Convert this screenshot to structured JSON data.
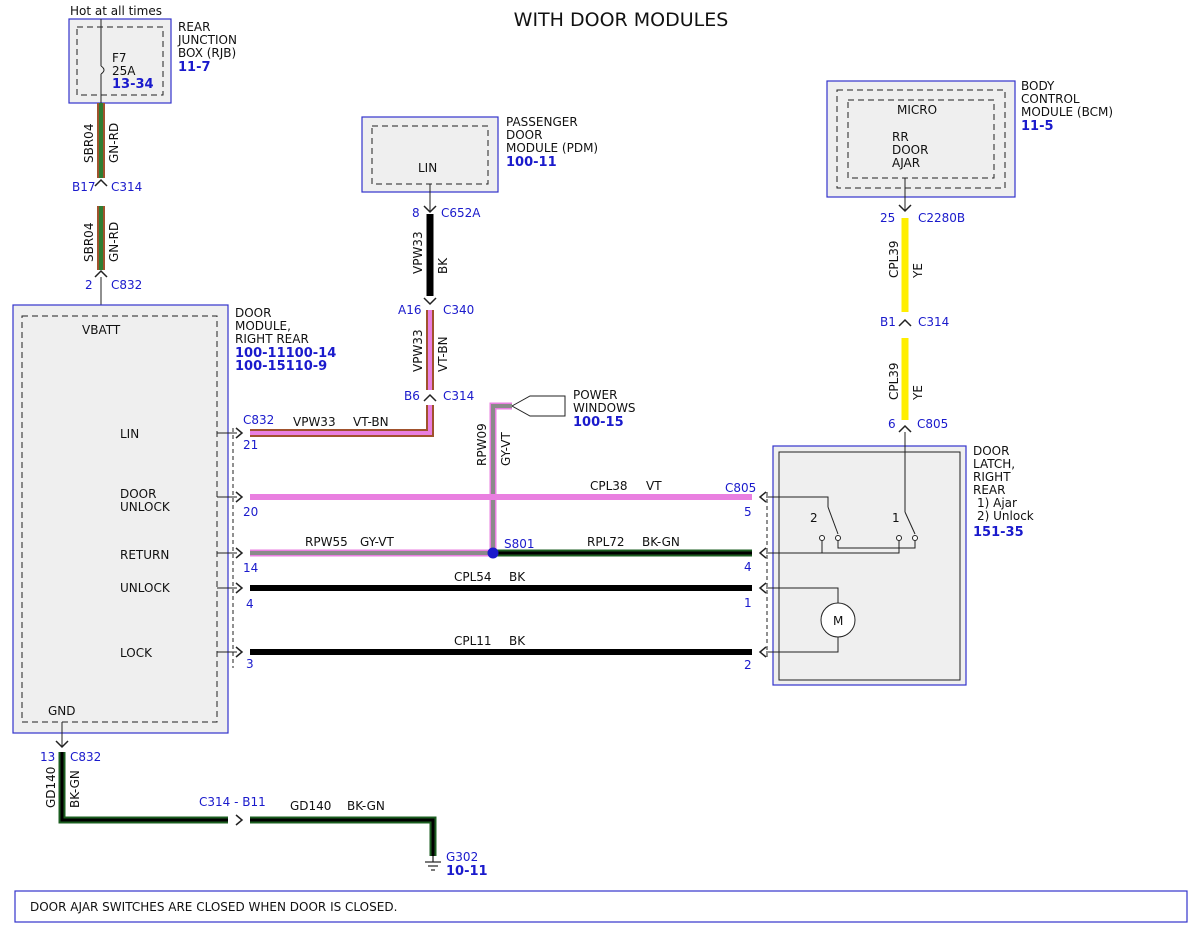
{
  "title": "WITH DOOR MODULES",
  "note": "DOOR AJAR SWITCHES ARE CLOSED WHEN DOOR IS CLOSED.",
  "colors": {
    "box_border": "#3333cc",
    "box_fill": "#efefef",
    "ref_blue": "#1a1acc",
    "wire_gn_rd_core": "#2e7d32",
    "wire_gn_rd_edge": "#a0522d",
    "wire_bk": "#000000",
    "wire_vt_bn": "#e97fe0",
    "wire_vt": "#e97fe0",
    "wire_gy_vt": "#9a8a9a",
    "wire_bk_gn": "#1b5e20",
    "wire_ye": "#ffee00"
  },
  "rjb": {
    "hot": "Hot at all times",
    "name": [
      "REAR",
      "JUNCTION",
      "BOX (RJB)"
    ],
    "ref": "11-7",
    "fuse": "F7",
    "amps": "25A",
    "fuse_ref": "13-34"
  },
  "pdm": {
    "name": [
      "PASSENGER",
      "DOOR",
      "MODULE (PDM)"
    ],
    "ref": "100-11",
    "pin": "LIN"
  },
  "bcm": {
    "name": [
      "BODY",
      "CONTROL",
      "MODULE (BCM)"
    ],
    "ref": "11-5",
    "micro": "MICRO",
    "signal": [
      "RR",
      "DOOR",
      "AJAR"
    ]
  },
  "door_module": {
    "name": [
      "DOOR",
      "MODULE,",
      "RIGHT REAR"
    ],
    "refs": [
      "100-11100-14",
      "100-15110-9"
    ],
    "pins": [
      "VBATT",
      "LIN",
      "DOOR",
      "UNLOCK",
      "RETURN",
      "UNLOCK",
      "LOCK",
      "GND"
    ]
  },
  "latch": {
    "name": [
      "DOOR",
      "LATCH,",
      "RIGHT",
      "REAR"
    ],
    "items": [
      "1) Ajar",
      "2) Unlock"
    ],
    "ref": "151-35",
    "sw1": "1",
    "sw2": "2",
    "motor": "M"
  },
  "power_windows": {
    "name": [
      "POWER",
      "WINDOWS"
    ],
    "ref": "100-15"
  },
  "wires": {
    "sbr04": "SBR04",
    "gn_rd": "GN-RD",
    "vpw33": "VPW33",
    "bk": "BK",
    "vt_bn": "VT-BN",
    "rpw09": "RPW09",
    "gy_vt": "GY-VT",
    "cpl39": "CPL39",
    "ye": "YE",
    "cpl38": "CPL38",
    "vt": "VT",
    "rpw55": "RPW55",
    "rpl72": "RPL72",
    "bk_gn": "BK-GN",
    "cpl54": "CPL54",
    "cpl11": "CPL11",
    "gd140": "GD140"
  },
  "connectors": {
    "b17": "B17",
    "c314": "C314",
    "p2": "2",
    "c832": "C832",
    "p8": "8",
    "c652a": "C652A",
    "a16": "A16",
    "c340": "C340",
    "b6": "B6",
    "p25": "25",
    "c2280b": "C2280B",
    "b1": "B1",
    "p6": "6",
    "c805": "C805",
    "p21": "21",
    "p20": "20",
    "p14": "14",
    "p4": "4",
    "p3": "3",
    "p5": "5",
    "p1": "1",
    "s801": "S801",
    "p13": "13",
    "c314_b11": "C314  -  B11",
    "g302": "G302",
    "g302_ref": "10-11"
  }
}
